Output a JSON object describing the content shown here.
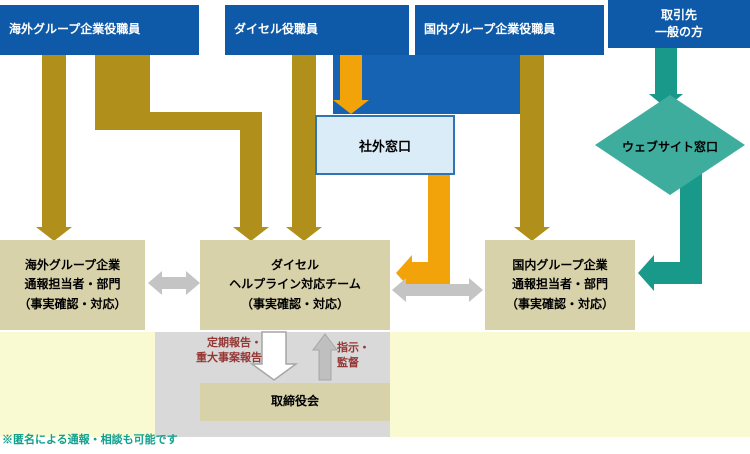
{
  "colors": {
    "header_blue": "#0e5aa8",
    "flow_gold": "#b08f1a",
    "flow_orange": "#f2a30a",
    "flow_blue": "#1763b3",
    "flow_teal": "#18998a",
    "diamond_teal": "#3fad9e",
    "box_beige": "#d8d2ab",
    "external_window_fill": "#d9ecf7",
    "external_window_border": "#2f74b5",
    "flow_gray": "#c4c4c4",
    "zone_yellow": "#fafad2",
    "zone_gray": "#d9d9d9",
    "annotation_red": "#943634",
    "footnote_teal": "#12a08e"
  },
  "sources": {
    "overseas": {
      "label": "海外グループ企業役職員"
    },
    "daicel": {
      "label": "ダイセル役職員"
    },
    "domestic": {
      "label": "国内グループ企業役職員"
    },
    "partner": {
      "label": "取引先\n一般の方"
    }
  },
  "windows": {
    "external": {
      "label": "社外窓口"
    },
    "website": {
      "label": "ウェブサイト窓口"
    }
  },
  "handlers": {
    "overseas": {
      "label": "海外グループ企業\n通報担当者・部門\n（事実確認・対応）"
    },
    "daicel_team": {
      "label": "ダイセル\nヘルプライン対応チーム\n（事実確認・対応）"
    },
    "domestic": {
      "label": "国内グループ企業\n通報担当者・部門\n（事実確認・対応）"
    }
  },
  "board": {
    "label": "取締役会"
  },
  "annotations": {
    "report_label": "定期報告・\n重大事案報告",
    "supervision_label": "指示・\n監督",
    "footnote": "※匿名による通報・相談も可能です"
  }
}
